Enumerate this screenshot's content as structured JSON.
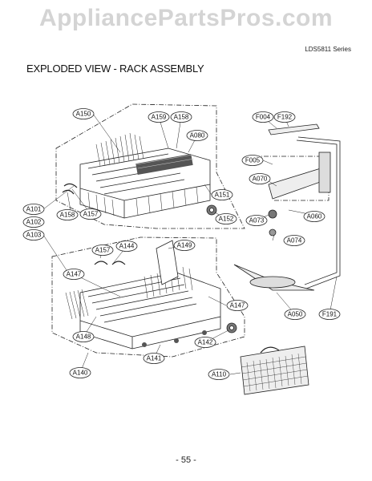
{
  "watermark": "AppliancePartsPros.com",
  "series": "LDS5811 Series",
  "title": "EXPLODED VIEW - RACK ASSEMBLY",
  "page_number": "- 55 -",
  "callouts": {
    "A150": "A150",
    "A159": "A159",
    "A158a": "A158",
    "A080": "A080",
    "A101": "A101",
    "A102": "A102",
    "A103": "A103",
    "A158b": "A158",
    "A157a": "A157",
    "A151": "A151",
    "A152": "A152",
    "F004": "F004",
    "F192": "F192",
    "F005": "F005",
    "A070": "A070",
    "A073": "A073",
    "A060": "A060",
    "A074": "A074",
    "A144": "A144",
    "A149": "A149",
    "A157b": "A157",
    "A147a": "A147",
    "A147b": "A147",
    "A050": "A050",
    "F191": "F191",
    "A148": "A148",
    "A141": "A141",
    "A142": "A142",
    "A140": "A140",
    "A110": "A110"
  }
}
